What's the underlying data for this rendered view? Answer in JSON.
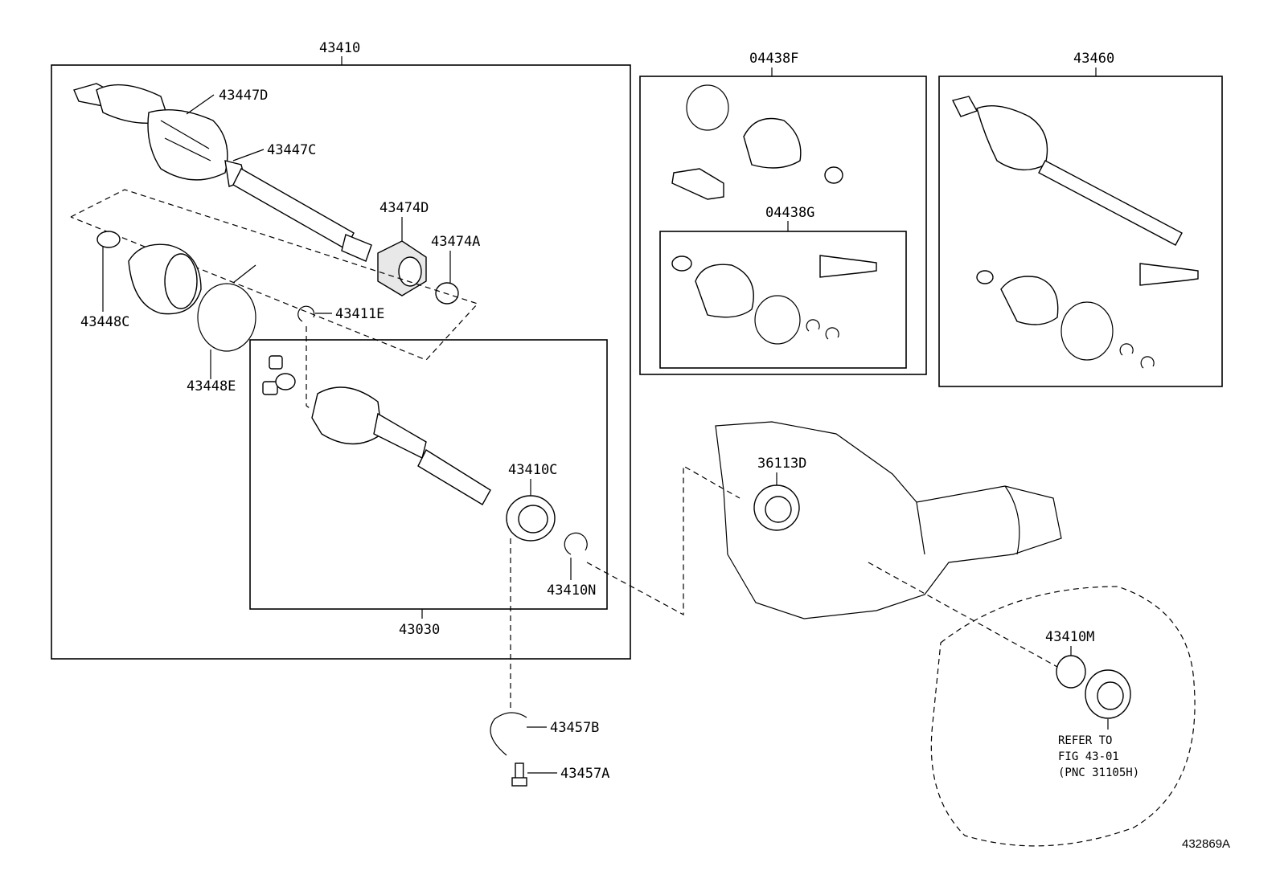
{
  "labels": {
    "assy_43410": "43410",
    "boot_43447D": "43447D",
    "boot_43447C": "43447C",
    "damper_43474D": "43474D",
    "ring_43474A": "43474A",
    "clamp_43448C": "43448C",
    "ring_43411E": "43411E",
    "clamp_43448E": "43448E",
    "assy_43030": "43030",
    "bearing_43410C": "43410C",
    "snap_43410N": "43410N",
    "clip_43457B": "43457B",
    "bolt_43457A": "43457A",
    "kit_04438F": "04438F",
    "kit_04438G": "04438G",
    "assy_43460": "43460",
    "seal_36113D": "36113D",
    "seal_43410M": "43410M"
  },
  "note": {
    "line1": "REFER TO",
    "line2": "FIG 43-01",
    "line3": "(PNC 31105H)"
  },
  "figure_id": "432869A"
}
